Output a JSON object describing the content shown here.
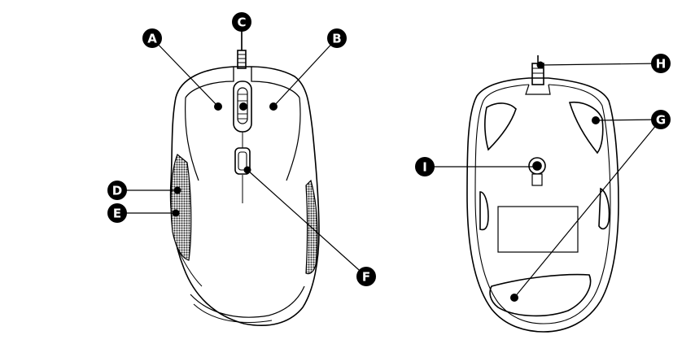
{
  "callouts": [
    {
      "id": "A",
      "label": "A"
    },
    {
      "id": "B",
      "label": "B"
    },
    {
      "id": "C",
      "label": "C"
    },
    {
      "id": "D",
      "label": "D"
    },
    {
      "id": "E",
      "label": "E"
    },
    {
      "id": "F",
      "label": "F"
    },
    {
      "id": "G",
      "label": "G"
    },
    {
      "id": "H",
      "label": "H"
    },
    {
      "id": "I",
      "label": "I"
    }
  ],
  "colors": {
    "ink": "#000000",
    "paper": "#ffffff",
    "grip": "#2a2a2a"
  }
}
